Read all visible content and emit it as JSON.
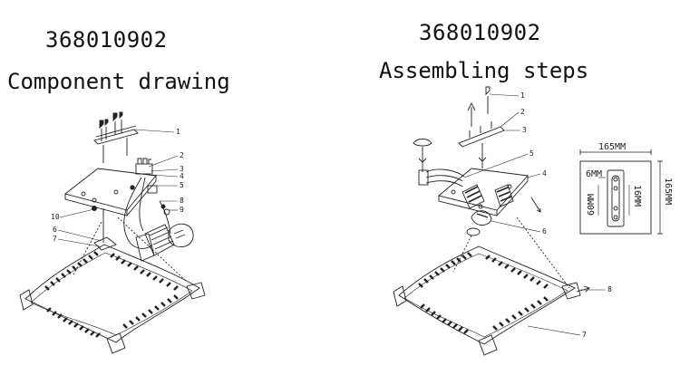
{
  "left": {
    "code": "368010902",
    "title": "Component drawing",
    "callouts": [
      "1",
      "2",
      "3",
      "4",
      "5",
      "8",
      "9",
      "10",
      "6",
      "7"
    ]
  },
  "right": {
    "code": "368010902",
    "title": "Assembling steps",
    "callouts": [
      "1",
      "2",
      "3",
      "5",
      "4",
      "6",
      "8",
      "7"
    ]
  },
  "bracket_detail": {
    "width_label": "165MM",
    "height_label": "165MM",
    "slot_label": "6MM",
    "left_label": "60MM",
    "inner_label": "16MM"
  }
}
